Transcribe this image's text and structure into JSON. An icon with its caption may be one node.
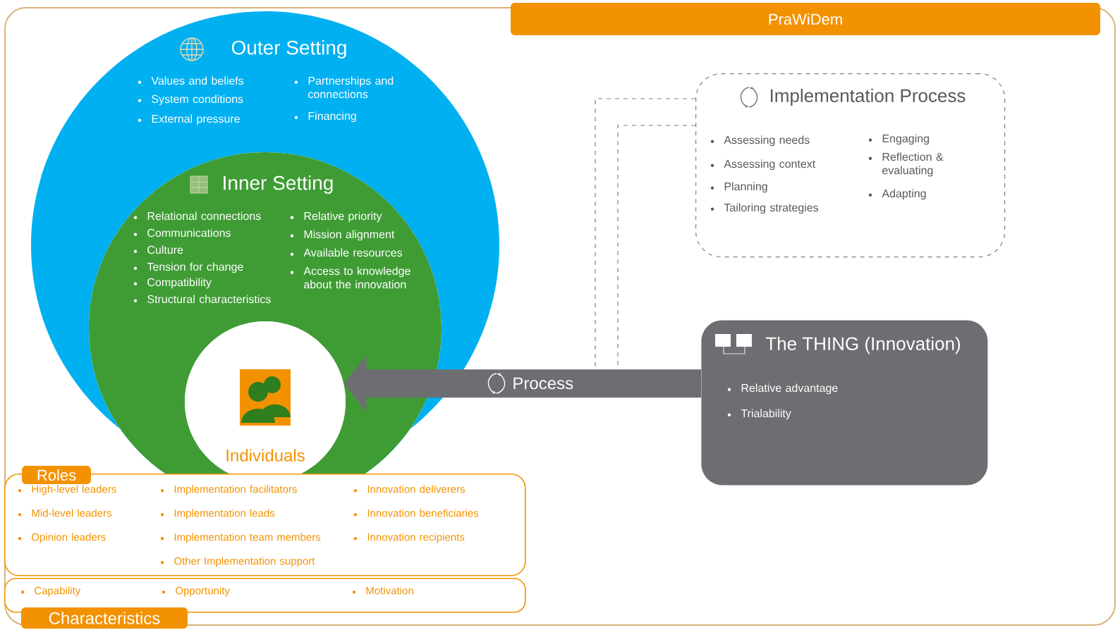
{
  "diagram": {
    "nodes": [
      {
        "text": [
          "PraWiDem"
        ]
      },
      {
        "text": [
          "Outer Setting",
          "Values and beliefs",
          "System conditions",
          "External pressure",
          "Partnerships and connections",
          "Financing"
        ],
        "in": 0
      },
      {
        "text": [
          "Inner Setting",
          "Relational connections",
          "Communications",
          "Culture",
          "Tension for change",
          "Compatibility",
          "Structural characteristics",
          "Relative priority",
          "Mission alignment",
          "Available resources",
          "Access to knowledge about the innovation"
        ],
        "in": 1
      },
      {
        "text": [
          "Individuals"
        ],
        "in": 2
      },
      {
        "text": [
          "Implementation Process",
          "Assessing needs",
          "Assessing context",
          "Planning",
          "Tailoring strategies",
          "Engaging",
          "Reflection & evaluating",
          "Adapting"
        ],
        "in": 0
      },
      {
        "text": [
          "The THING (Innovation)",
          "Relative advantage",
          "Trialability"
        ],
        "in": 0
      },
      {
        "text": [
          "Roles",
          "High-level leaders",
          "Mid-level leaders",
          "Opinion leaders",
          "Implementation facilitators",
          "Implementation leads",
          "Implementation team members",
          "Other Implementation support",
          "Innovation deliverers",
          "Innovation beneficiaries",
          "Innovation recipients"
        ],
        "in": 0
      },
      {
        "text": [
          "Characteristics",
          "Capability",
          "Opportunity",
          "Motivation"
        ],
        "in": 0
      }
    ],
    "edges": [
      {
        "from": 5,
        "to": 3,
        "arrow": "to",
        "label": "Process",
        "style": "thick",
        "color": "#6d6e71"
      },
      {
        "from": 4,
        "to": null,
        "arrow": "none",
        "style": "dashed"
      },
      {
        "from": 4,
        "to": null,
        "arrow": "none",
        "style": "dashed"
      }
    ]
  }
}
